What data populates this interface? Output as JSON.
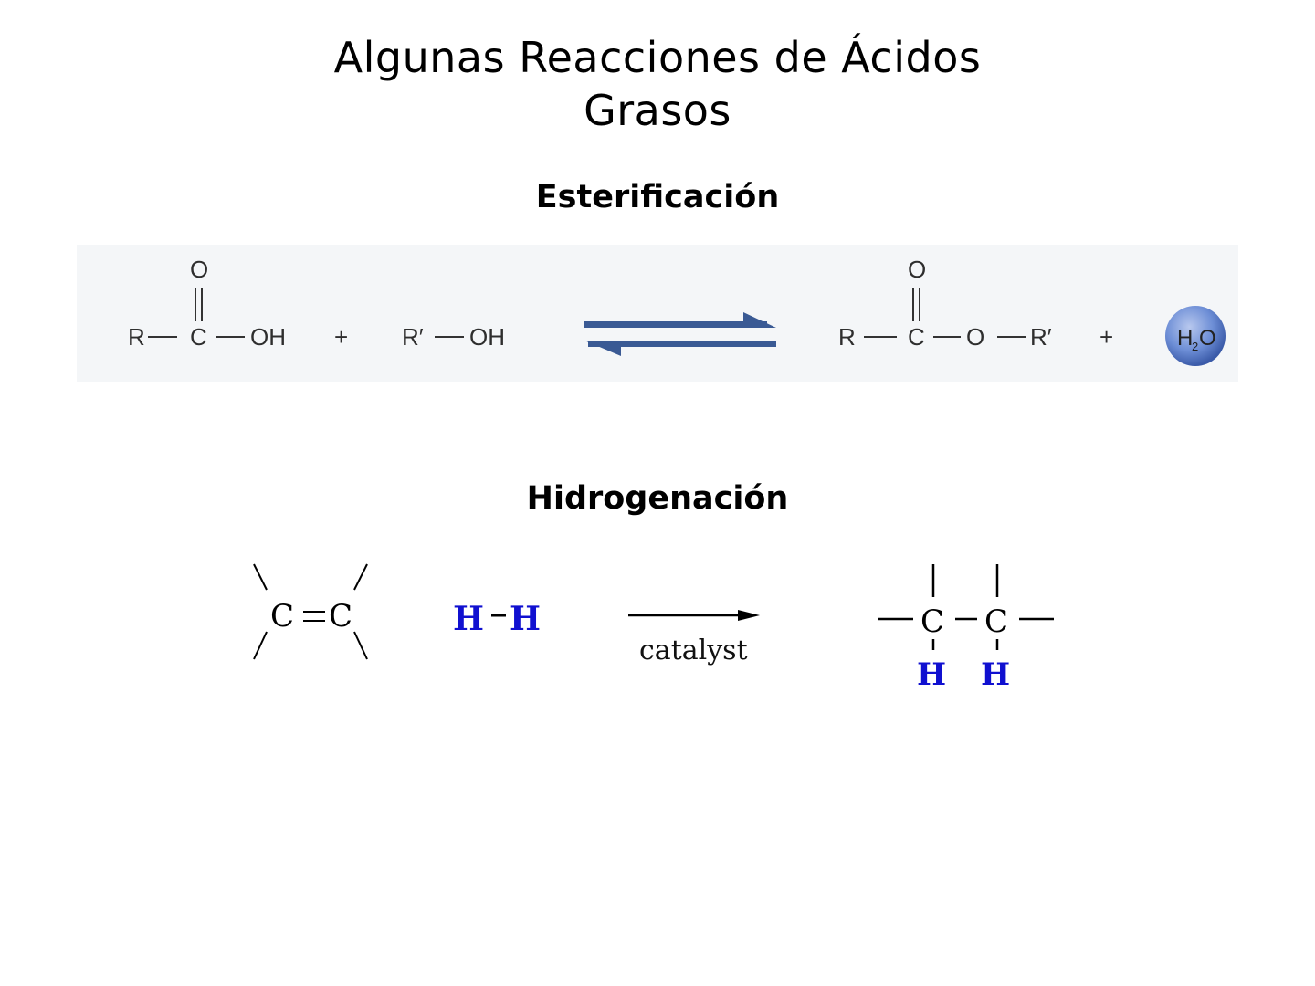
{
  "slide": {
    "title_line1": "Algunas Reacciones de Ácidos",
    "title_line2": "Grasos"
  },
  "esterification": {
    "heading": "Esterificación",
    "reactant1": {
      "R": "R",
      "C": "C",
      "O_top": "O",
      "OH": "OH"
    },
    "plus1": "+",
    "reactant2": {
      "R": "R′",
      "OH": "OH"
    },
    "arrow": "equilibrium-arrows",
    "product1": {
      "R": "R",
      "C": "C",
      "O_top": "O",
      "O": "O",
      "R2": "R′"
    },
    "plus2": "+",
    "product2": {
      "label": "H",
      "sub": "2",
      "O": "O"
    },
    "colors": {
      "arrow": "#3a5a94",
      "water_sphere": "#5a7fc8",
      "panel_bg": "#f4f6f8"
    }
  },
  "hydrogenation": {
    "heading": "Hidrogenación",
    "alkene": {
      "C1": "C",
      "bond": "=",
      "C2": "C"
    },
    "hydrogen": {
      "H1": "H",
      "bond": "−",
      "H2": "H"
    },
    "arrow_label": "catalyst",
    "product": {
      "C1": "C",
      "C2": "C",
      "H1": "H",
      "H2": "H"
    },
    "colors": {
      "hydrogen": "#1010d0"
    }
  }
}
